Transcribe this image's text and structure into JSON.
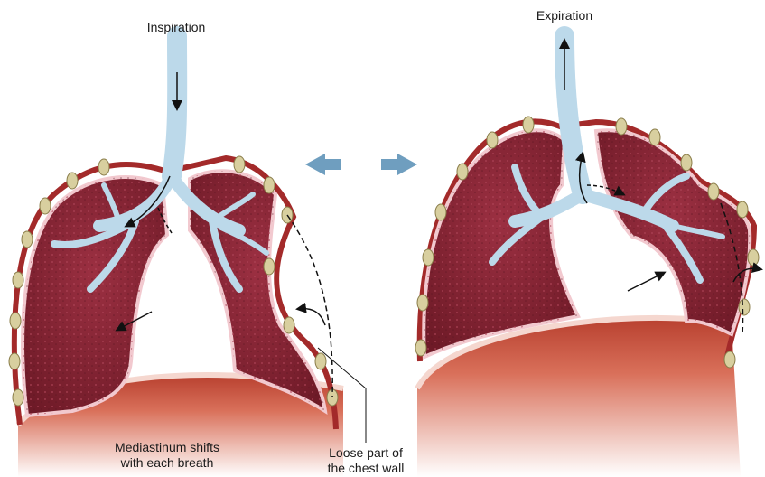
{
  "panels": {
    "inspiration": {
      "label": "Inspiration"
    },
    "expiration": {
      "label": "Expiration"
    }
  },
  "annotations": {
    "mediastinum": {
      "line1": "Mediastinum shifts",
      "line2": "with each breath"
    },
    "chest_wall": {
      "line1": "Loose part of",
      "line2": "the chest wall"
    }
  },
  "colors": {
    "lung_tissue": "#8b2635",
    "lung_tissue_dark": "#6e1a27",
    "airway": "#bcd9ea",
    "pleura_border": "#f2c9cf",
    "diaphragm": "#c84e3b",
    "diaphragm_light": "#f2cfc0",
    "rib": "#d8cf9f",
    "chest_wall": "#a32a2a",
    "cycle_arrow": "#5f93b8"
  },
  "icons": {
    "cycle": "double-headed-arrow-icon",
    "airflow": "arrow-icon"
  }
}
